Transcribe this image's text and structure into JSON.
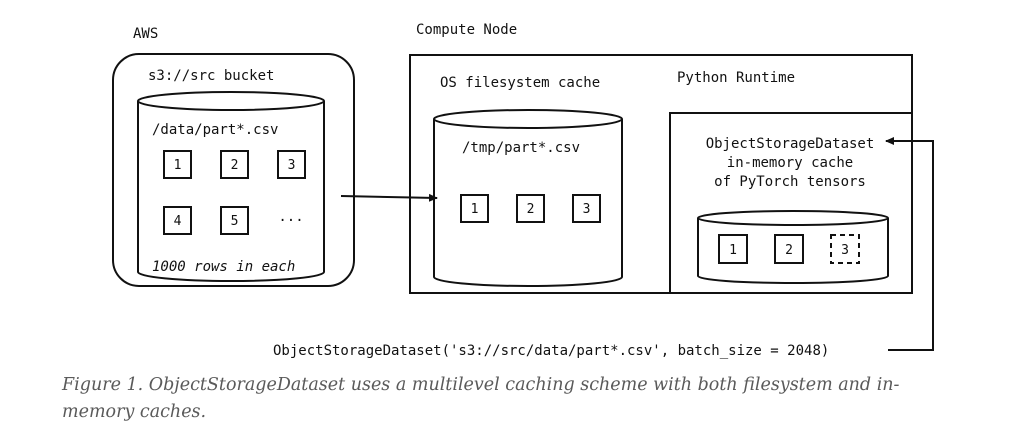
{
  "aws": {
    "region_label": "AWS",
    "bucket_label": "s3://src bucket",
    "path": "/data/part*.csv",
    "parts": [
      "1",
      "2",
      "3",
      "4",
      "5",
      "..."
    ],
    "rows_note": "1000 rows in each"
  },
  "compute": {
    "node_label": "Compute Node",
    "fs_cache_label": "OS filesystem cache",
    "fs_path": "/tmp/part*.csv",
    "fs_parts": [
      "1",
      "2",
      "3"
    ],
    "runtime_label": "Python Runtime",
    "dataset_lines": [
      "ObjectStorageDataset",
      "in-memory cache",
      "of PyTorch tensors"
    ],
    "memory_parts": [
      "1",
      "2",
      "3"
    ]
  },
  "code_call": "ObjectStorageDataset('s3://src/data/part*.csv', batch_size = 2048)",
  "caption": "Figure 1. ObjectStorageDataset uses a multilevel caching scheme with both filesystem and in-memory caches."
}
